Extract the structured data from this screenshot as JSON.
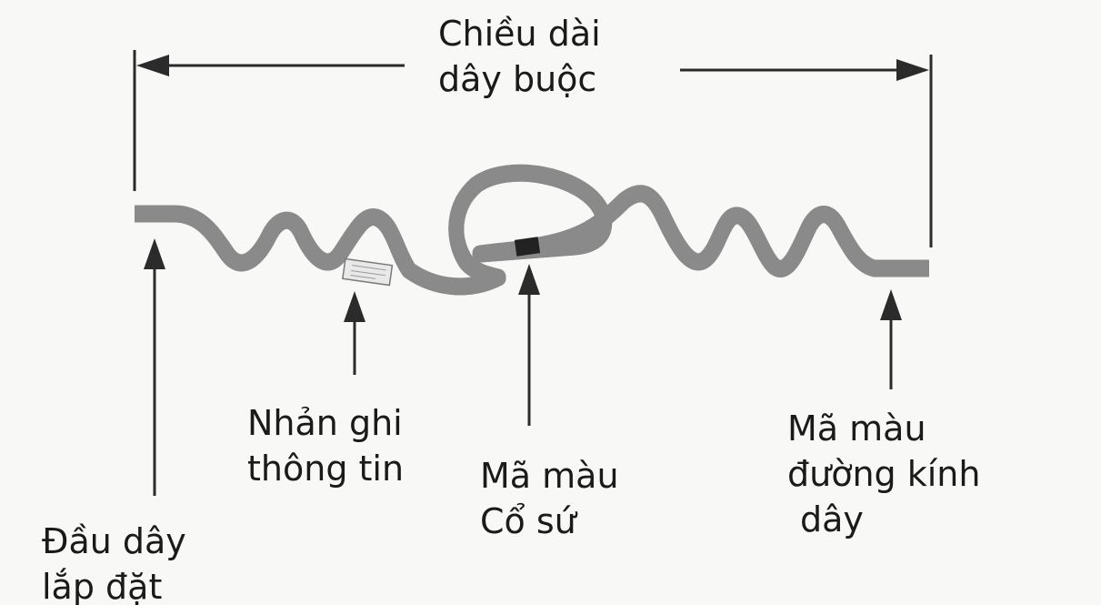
{
  "labels": {
    "tie_length": {
      "line1": "Chiều dài",
      "line2": "dây buộc"
    },
    "info_tag": {
      "line1": "Nhản ghi",
      "line2": "thông tin"
    },
    "insulator_color_code": {
      "line1": "Mã màu",
      "line2": "Cổ sứ"
    },
    "diameter_color_code": {
      "line1": "Mã màu",
      "line2": "đường kính",
      "line3": "dây"
    },
    "install_end": {
      "line1": "Đầu dây",
      "line2": "lắp đặt"
    }
  },
  "colors": {
    "wire_outline": "#8a8a8a",
    "wire_fill": "#d4d4d4",
    "wire_highlight": "#f2f2f2",
    "color_band": "#222222",
    "arrow": "#2b2b2b"
  }
}
